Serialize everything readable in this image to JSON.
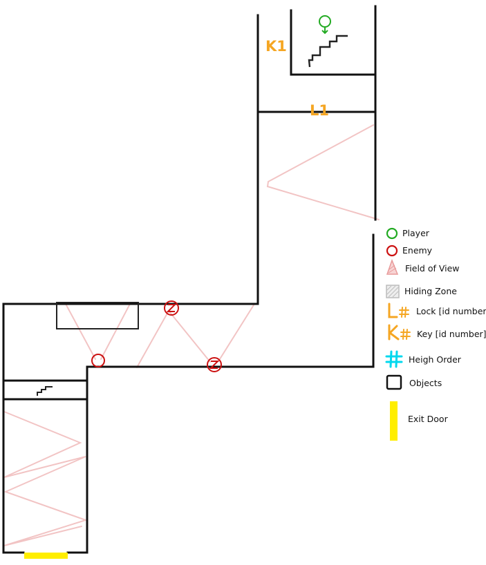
{
  "map": {
    "key_label": "K1",
    "lock_label": "L1"
  },
  "legend": {
    "items": [
      {
        "label": "Player",
        "icon": "player-circle-icon",
        "color": "#22aa22"
      },
      {
        "label": "Enemy",
        "icon": "enemy-circle-icon",
        "color": "#cc1111"
      },
      {
        "label": "Field of View",
        "icon": "field-of-view-cone-icon",
        "color": "#e89a9a"
      },
      {
        "label": "Hiding Zone",
        "icon": "hiding-zone-hatched-square-icon",
        "color": "#bbbbbb"
      },
      {
        "label": "Lock [id number]",
        "icon": "lock-l-hash-icon",
        "color": "#f5a623"
      },
      {
        "label": "Key [id number]",
        "icon": "key-k-hash-icon",
        "color": "#f5a623"
      },
      {
        "label": "Heigh Order",
        "icon": "height-order-hash-icon",
        "color": "#00d8ee"
      },
      {
        "label": "Objects",
        "icon": "object-square-icon",
        "color": "#111111"
      },
      {
        "label": "Exit Door",
        "icon": "exit-door-bar-icon",
        "color": "#ffee00"
      }
    ]
  }
}
